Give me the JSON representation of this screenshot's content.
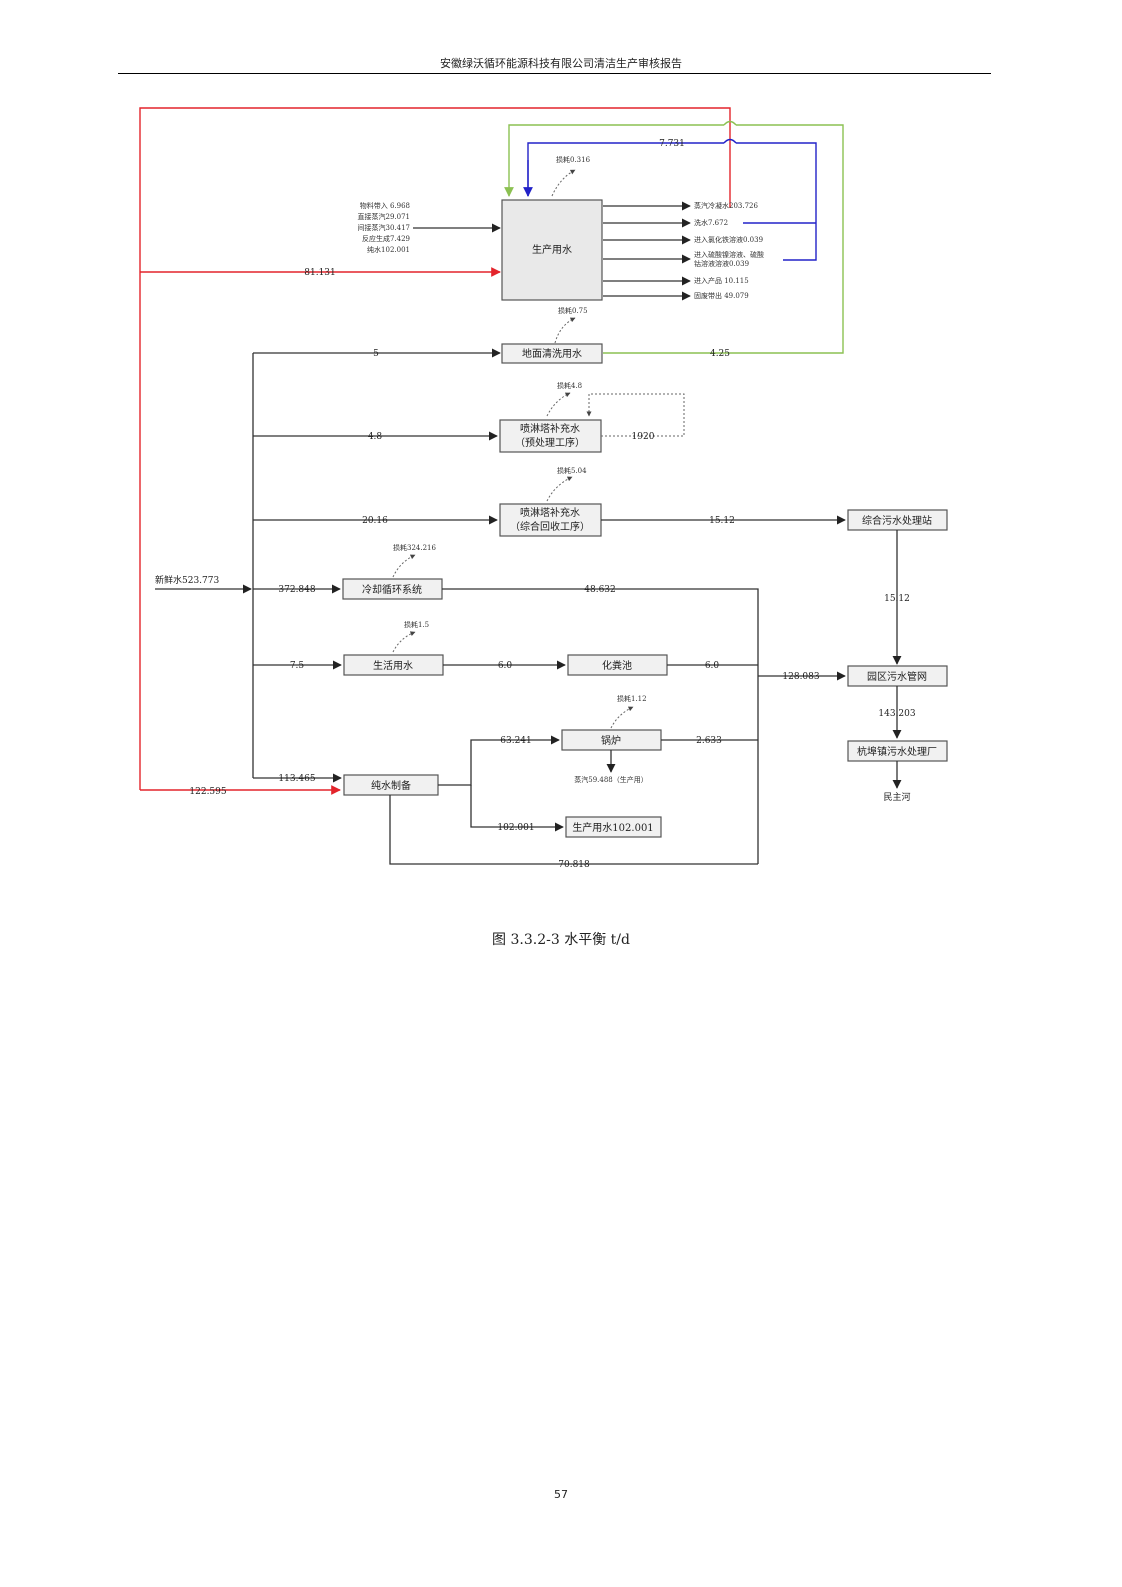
{
  "header": "安徽绿沃循环能源科技有限公司清洁生产审核报告",
  "caption": "图 3.3.2-3  水平衡  t/d",
  "page_number": "57",
  "colors": {
    "red": "#e3242b",
    "blue": "#2222c8",
    "green": "#8cc152"
  },
  "boxes": {
    "production": "生产用水",
    "floor": "地面清洗用水",
    "spray1_l1": "喷淋塔补充水",
    "spray1_l2": "（预处理工序）",
    "spray2_l1": "喷淋塔补充水",
    "spray2_l2": "（综合回收工序）",
    "cooling": "冷却循环系统",
    "domestic": "生活用水",
    "septic": "化粪池",
    "boiler": "锅炉",
    "pure": "纯水制备",
    "prodwater": "生产用水102.001",
    "treatment_station": "综合污水处理站",
    "park_network": "园区污水管网",
    "town_plant": "杭埠镇污水处理厂"
  },
  "labels": {
    "fresh": "新鲜水523.773",
    "minzhu": "民主河",
    "inputs": [
      "物料带入 6.968",
      "直接蒸汽29.071",
      "间接蒸汽30.417",
      "反应生成7.429",
      "纯水102.001"
    ],
    "outputs": [
      "蒸汽冷凝水203.726",
      "洗水7.672",
      "进入氯化铁溶液0.039",
      "进入硫酸镍溶液、硫酸",
      "钴溶液溶液0.039",
      "进入产品 10.115",
      "固废带出 49.079"
    ],
    "loss_prod": "损耗0.316",
    "loss_floor": "损耗0.75",
    "loss_spray1": "损耗4.8",
    "loss_spray2": "损耗5.04",
    "loss_cooling": "损耗324.216",
    "loss_domestic": "损耗1.5",
    "loss_boiler": "损耗1.12",
    "steam": "蒸汽59.488（生产用）",
    "v_7731": "7.731",
    "v_81131": "81.131",
    "v_5": "5",
    "v_425": "4.25",
    "v_48": "4.8",
    "v_1920": "1920",
    "v_2016": "20.16",
    "v_1512a": "15.12",
    "v_1512b": "15.12",
    "v_372848": "372.848",
    "v_48632": "48.632",
    "v_75": "7.5",
    "v_60a": "6.0",
    "v_60b": "6.0",
    "v_128083": "128.083",
    "v_143203": "143.203",
    "v_63241": "63.241",
    "v_2633": "2.633",
    "v_113465": "113.465",
    "v_122595": "122.595",
    "v_102001": "102.001",
    "v_70818": "70.818"
  }
}
